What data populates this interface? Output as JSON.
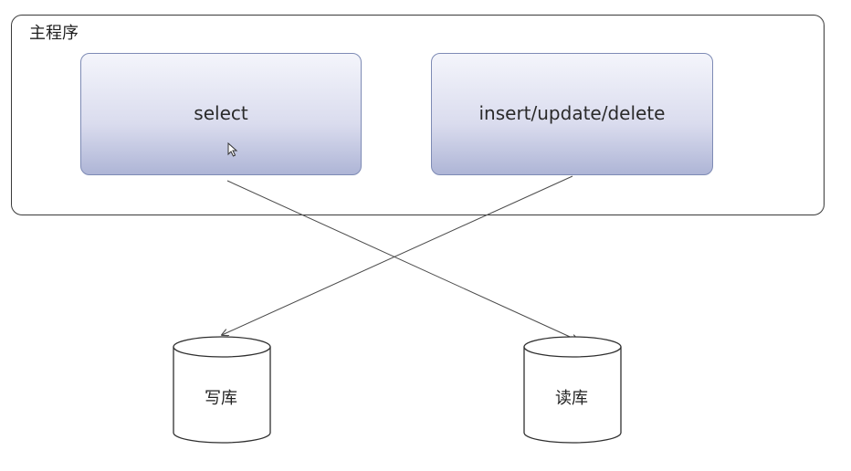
{
  "diagram": {
    "main_program": {
      "title": "主程序",
      "operations": {
        "select": "select",
        "write_ops": "insert/update/delete"
      }
    },
    "databases": {
      "write": "写库",
      "read": "读库"
    },
    "connections": [
      {
        "from": "select",
        "to": "读库"
      },
      {
        "from": "insert/update/delete",
        "to": "写库"
      }
    ],
    "icons": {
      "cursor": "mouse-pointer-icon"
    }
  }
}
